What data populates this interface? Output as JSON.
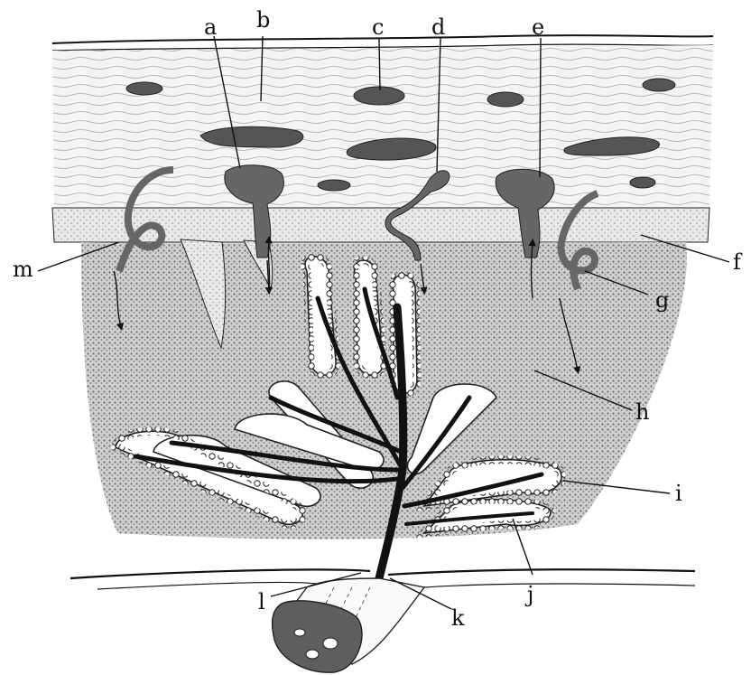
{
  "figure": {
    "labels": {
      "a": "a",
      "b": "b",
      "c": "c",
      "d": "d",
      "e": "e",
      "f": "f",
      "g": "g",
      "h": "h",
      "i": "i",
      "j": "j",
      "k": "k",
      "l": "l",
      "m": "m"
    }
  },
  "colors": {
    "ink": "#111111",
    "stipple_dark": "#8a8a8a",
    "stipple_light": "#bdbdbd",
    "paper": "#ffffff"
  }
}
